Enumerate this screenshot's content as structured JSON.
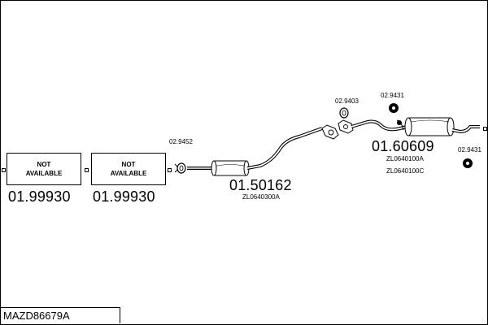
{
  "model_code": "MAZD86679A",
  "parts": {
    "box1": {
      "label": "NOT\nAVAILABLE",
      "number": "01.99930"
    },
    "box2": {
      "label": "NOT\nAVAILABLE",
      "number": "01.99930"
    },
    "front_muffler": {
      "number": "01.50162",
      "oe": "ZL0640300A"
    },
    "rear_muffler": {
      "number": "01.60609",
      "oe1": "ZL0640100A",
      "oe2": "ZL0640100C"
    },
    "gasket_front": {
      "number": "02.9452"
    },
    "gasket_mid": {
      "number": "02.9403"
    },
    "hanger_top": {
      "number": "02.9431"
    },
    "hanger_right": {
      "number": "02.9431"
    }
  }
}
